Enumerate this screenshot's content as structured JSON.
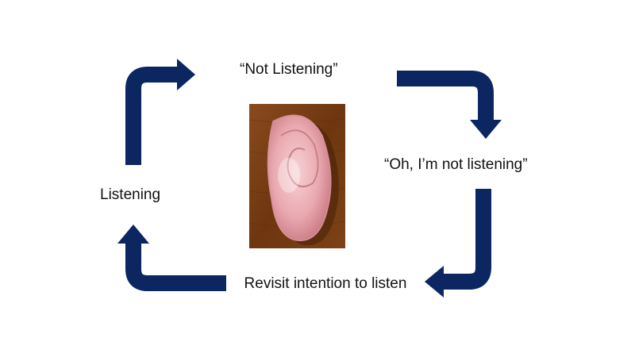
{
  "cycle": {
    "steps": [
      {
        "id": "not-listening",
        "label": "“Not Listening”"
      },
      {
        "id": "realize",
        "label": "“Oh, I’m not listening”"
      },
      {
        "id": "revisit",
        "label": "Revisit intention to listen"
      },
      {
        "id": "listening",
        "label": "Listening"
      }
    ]
  },
  "image": {
    "subject": "ear-shaped seashell on wood"
  },
  "colors": {
    "arrow": "#0b2660",
    "wood": "#7a3f14",
    "shell": "#e9a6ad"
  }
}
